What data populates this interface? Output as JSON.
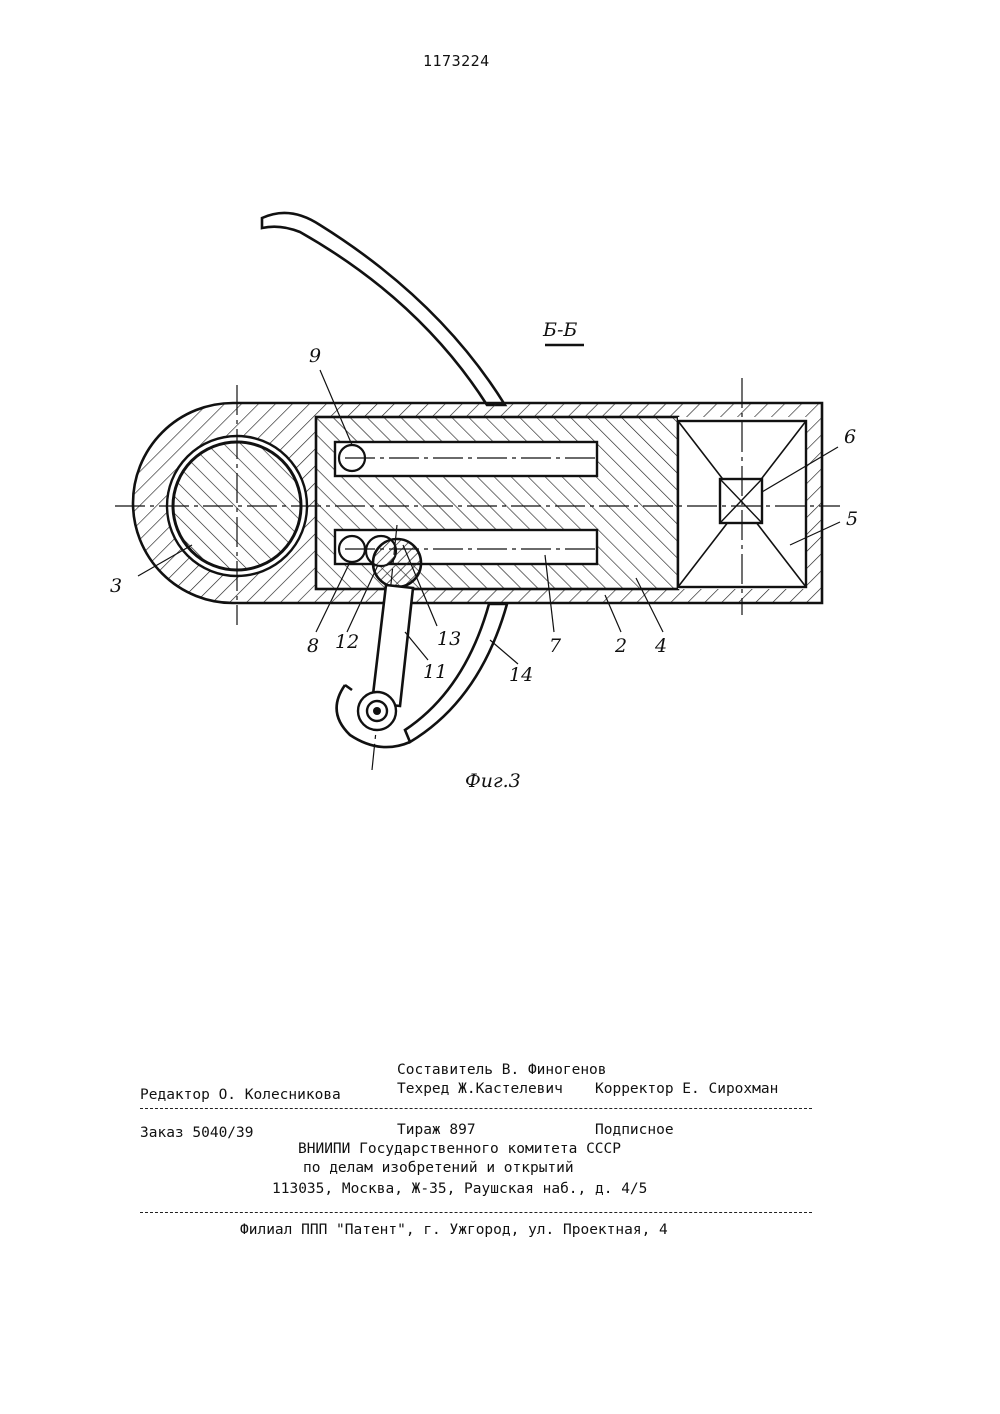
{
  "header": {
    "patent_number": "1173224"
  },
  "figure": {
    "section_label": "Б-Б",
    "caption": "Фиг.3",
    "callouts": [
      "9",
      "6",
      "5",
      "3",
      "8",
      "12",
      "13",
      "11",
      "14",
      "7",
      "2",
      "4"
    ]
  },
  "colophon": {
    "compiler": "Составитель В. Финогенов",
    "editor": "Редактор О. Колесникова",
    "tech_editor": "Техред Ж.Кастелевич",
    "proofreader": "Корректор Е. Сирохман",
    "order": "Заказ 5040/39",
    "circulation": "Тираж 897",
    "subscription": "Подписное",
    "org_line1": "ВНИИПИ Государственного комитета СССР",
    "org_line2": "по делам изобретений и  открытий",
    "org_address": "113035, Москва, Ж-35, Раушская наб., д. 4/5",
    "branch": "Филиал ППП \"Патент\", г. Ужгород, ул. Проектная, 4"
  }
}
